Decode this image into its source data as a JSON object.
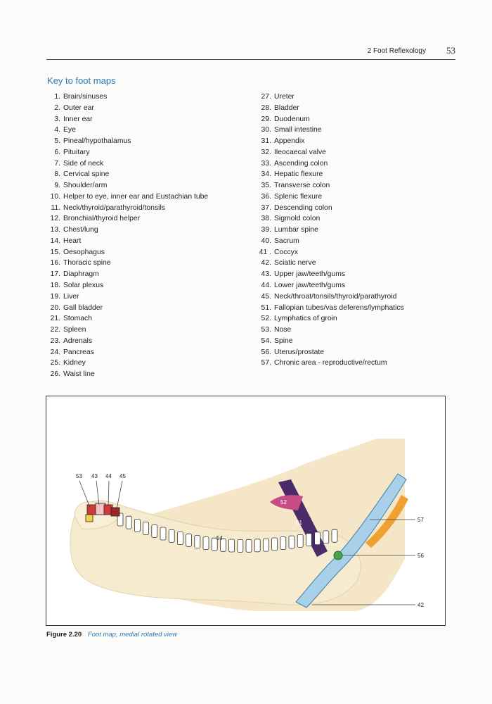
{
  "header": {
    "chapter": "2 Foot Reflexology",
    "page_number": "53"
  },
  "key": {
    "title": "Key to foot maps",
    "left_column": [
      {
        "num": "1.",
        "label": "Brain/sinuses"
      },
      {
        "num": "2.",
        "label": "Outer ear"
      },
      {
        "num": "3.",
        "label": "Inner ear"
      },
      {
        "num": "4.",
        "label": "Eye"
      },
      {
        "num": "5.",
        "label": "Pineal/hypothalamus"
      },
      {
        "num": "6.",
        "label": "Pituitary"
      },
      {
        "num": "7.",
        "label": "Side of neck"
      },
      {
        "num": "8.",
        "label": "Cervical spine"
      },
      {
        "num": "9.",
        "label": "Shoulder/arm"
      },
      {
        "num": "10.",
        "label": "Helper to eye, inner ear and Eustachian tube"
      },
      {
        "num": "11.",
        "label": "Neck/thyroid/parathyroid/tonsils"
      },
      {
        "num": "12.",
        "label": "Bronchial/thyroid helper"
      },
      {
        "num": "13.",
        "label": "Chest/lung"
      },
      {
        "num": "14.",
        "label": "Heart"
      },
      {
        "num": "15.",
        "label": "Oesophagus"
      },
      {
        "num": "16.",
        "label": "Thoracic spine"
      },
      {
        "num": "17.",
        "label": "Diaphragm"
      },
      {
        "num": "18.",
        "label": "Solar plexus"
      },
      {
        "num": "19.",
        "label": "Liver"
      },
      {
        "num": "20.",
        "label": "Gall bladder"
      },
      {
        "num": "21.",
        "label": "Stomach"
      },
      {
        "num": "22.",
        "label": "Spleen"
      },
      {
        "num": "23.",
        "label": "Adrenals"
      },
      {
        "num": "24.",
        "label": "Pancreas"
      },
      {
        "num": "25.",
        "label": "Kidney"
      },
      {
        "num": "26.",
        "label": "Waist  line"
      }
    ],
    "right_column": [
      {
        "num": "27.",
        "label": "Ureter"
      },
      {
        "num": "28.",
        "label": "Bladder"
      },
      {
        "num": "29.",
        "label": "Duodenum"
      },
      {
        "num": "30.",
        "label": "Small intestine"
      },
      {
        "num": "31.",
        "label": "Appendix"
      },
      {
        "num": "32.",
        "label": "Ileocaecal  valve"
      },
      {
        "num": "33.",
        "label": "Ascending colon"
      },
      {
        "num": "34.",
        "label": "Hepatic flexure"
      },
      {
        "num": "35.",
        "label": "Transverse colon"
      },
      {
        "num": "36.",
        "label": "Splenic flexure"
      },
      {
        "num": "37.",
        "label": "Descending colon"
      },
      {
        "num": "38.",
        "label": "Sigmold  colon"
      },
      {
        "num": "39.",
        "label": "Lumbar spine"
      },
      {
        "num": "40.",
        "label": "Sacrum"
      },
      {
        "num": "41 .",
        "label": "Coccyx"
      },
      {
        "num": "42.",
        "label": "Sciatic nerve"
      },
      {
        "num": "43.",
        "label": "Upper jaw/teeth/gums"
      },
      {
        "num": "44.",
        "label": "Lower jaw/teeth/gums"
      },
      {
        "num": "45.",
        "label": "Neck/throat/tonsils/thyroid/parathyroid"
      },
      {
        "num": "51.",
        "label": "Fallopian tubes/vas deferens/lymphatics"
      },
      {
        "num": "52.",
        "label": "Lymphatics of  groin"
      },
      {
        "num": "53.",
        "label": "Nose"
      },
      {
        "num": "54.",
        "label": "Spine"
      },
      {
        "num": "56.",
        "label": "Uterus/prostate"
      },
      {
        "num": "57.",
        "label": "Chronic area -  reproductive/rectum"
      }
    ]
  },
  "figure": {
    "callouts": {
      "c53": "53",
      "c43": "43",
      "c44": "44",
      "c45": "45",
      "c54": "54",
      "c52": "52",
      "c51": "51",
      "c57": "57",
      "c56": "56",
      "c42": "42"
    },
    "colors": {
      "foot_skin": "#f6ebcf",
      "leg_skin": "#f4e6c6",
      "fallopian_band": "#4a2a68",
      "groin_patch": "#c84a86",
      "sciatic_nerve": "#a8d0e8",
      "chronic_area": "#f0a030",
      "uterus_point": "#4aa34a",
      "toe_reflex": "#d23a3a",
      "text_accent": "#2f78b0"
    }
  },
  "caption": {
    "label": "Figure 2.20",
    "text": "Foot map, medial rotated view"
  }
}
